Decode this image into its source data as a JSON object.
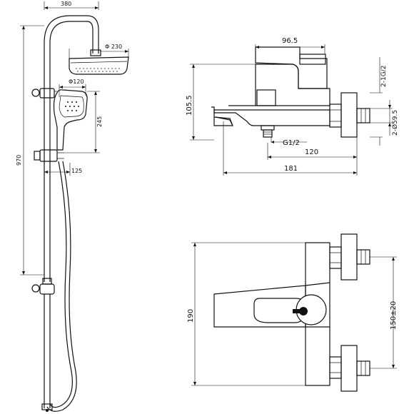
{
  "shower_column": {
    "dim_arm_reach": "380",
    "dim_total_height": "970",
    "dim_head_diameter": "Φ 230",
    "dim_hand_shower_diameter": "Φ120",
    "dim_hand_shower_length": "245",
    "dim_bracket_offset": "125"
  },
  "mixer_side_view": {
    "dim_handle_length": "96.5",
    "dim_height": "105.5",
    "dim_connection_thread": "2-1G/2",
    "dim_connection_diameter": "2-Ø59.5",
    "dim_outlet_thread": "G1/2",
    "dim_outlet_reach": "120",
    "dim_total_length": "181"
  },
  "mixer_front_view": {
    "dim_body_height": "190",
    "dim_center_distance": "150±20"
  }
}
